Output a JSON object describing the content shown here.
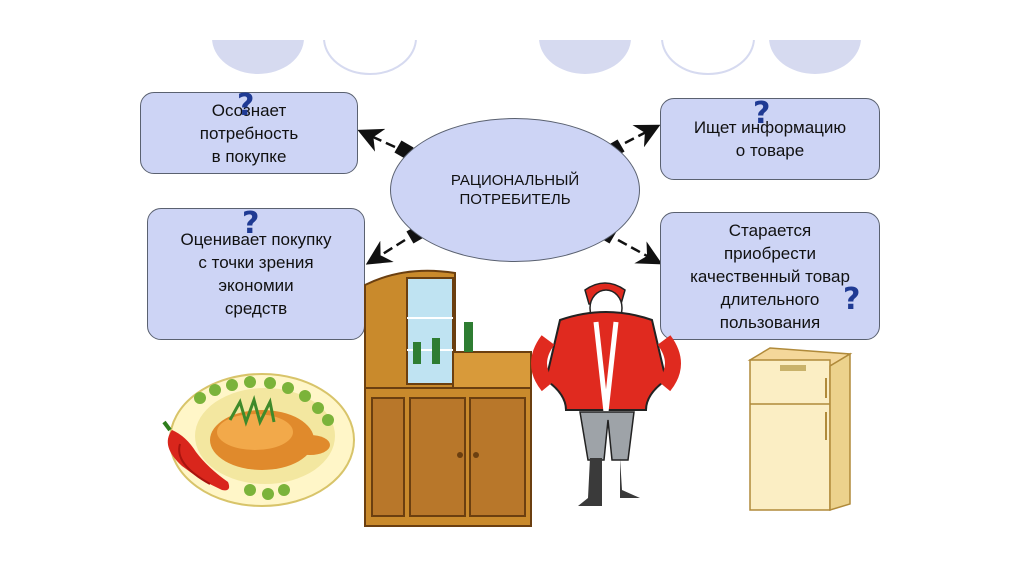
{
  "center": {
    "label": "РАЦИОНАЛЬНЫЙ\nПОТРЕБИТЕЛЬ"
  },
  "boxes": [
    {
      "text": "Осознает\nпотребность\nв покупке"
    },
    {
      "text": "Ищет информацию\nо товаре"
    },
    {
      "text": "Оценивает покупку\nс точки зрения\nэкономии\nсредств"
    },
    {
      "text": "Старается\nприобрести\nкачественный товар\nдлительного\nпользования"
    }
  ],
  "question_mark": "?",
  "colors": {
    "box_fill": "#cdd4f5",
    "box_border": "#5a6170",
    "question_mark": "#1f3a93",
    "arrow": "#111111",
    "deco_circle": "#d6daf0"
  },
  "illustrations": [
    "roast-chicken",
    "wooden-cabinet",
    "person-in-red-coat",
    "refrigerator"
  ]
}
